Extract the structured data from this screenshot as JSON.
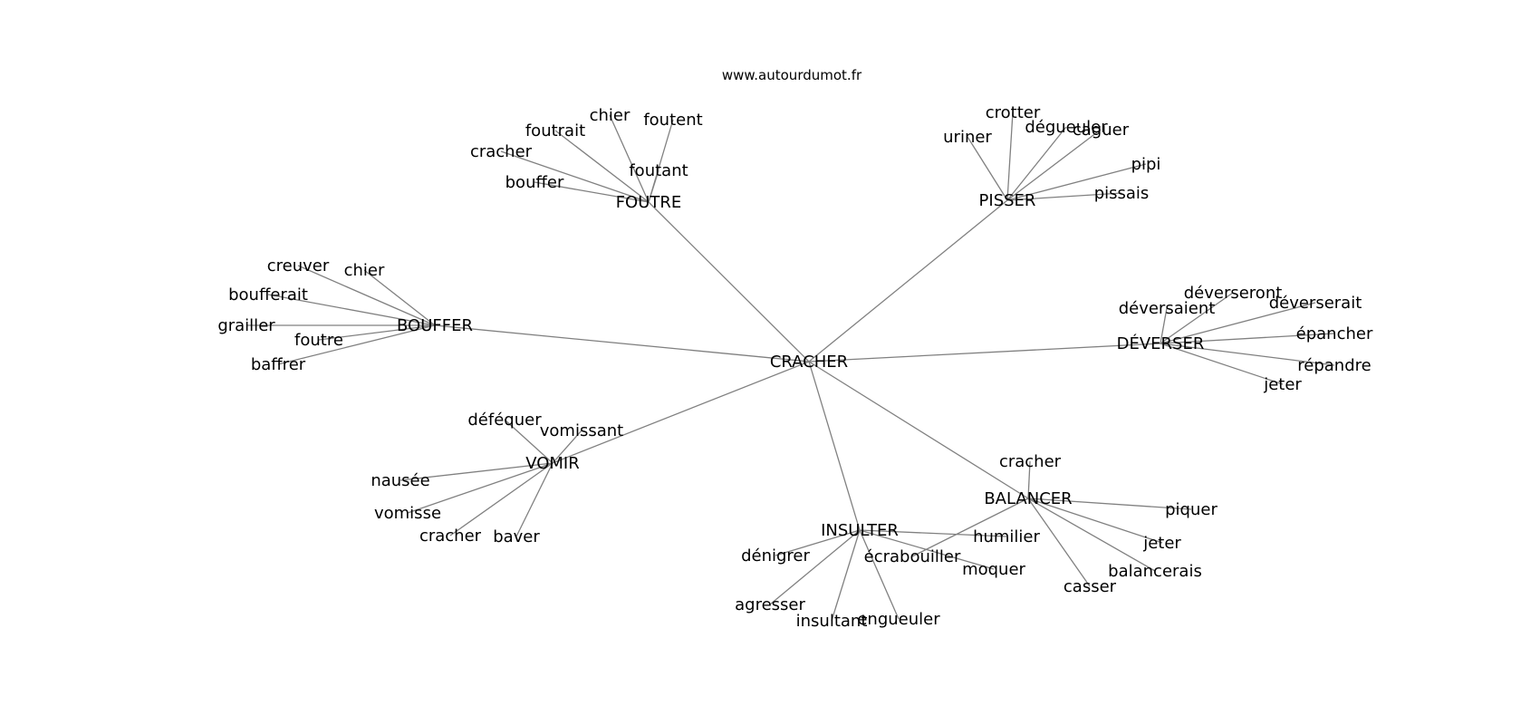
{
  "watermark": "www.autourdumot.fr",
  "graph": {
    "root": "CRACHER",
    "groups": [
      {
        "hub": "FOUTRE",
        "leaves": [
          "foutrait",
          "chier",
          "foutent",
          "cracher",
          "bouffer",
          "foutant"
        ]
      },
      {
        "hub": "PISSER",
        "leaves": [
          "crotter",
          "uriner",
          "dégueuler",
          "caguer",
          "pipi",
          "pissais"
        ]
      },
      {
        "hub": "BOUFFER",
        "leaves": [
          "creuver",
          "chier",
          "boufferait",
          "grailler",
          "foutre",
          "baffrer"
        ]
      },
      {
        "hub": "DÉVERSER",
        "leaves": [
          "déverseront",
          "déversaient",
          "déverserait",
          "épancher",
          "répandre",
          "jeter"
        ]
      },
      {
        "hub": "VOMIR",
        "leaves": [
          "déféquer",
          "vomissant",
          "nausée",
          "vomisse",
          "cracher",
          "baver"
        ]
      },
      {
        "hub": "BALANCER",
        "leaves": [
          "cracher",
          "piquer",
          "jeter",
          "balancerais",
          "casser",
          "écrabouiller"
        ]
      },
      {
        "hub": "INSULTER",
        "leaves": [
          "humilier",
          "dénigrer",
          "moquer",
          "agresser",
          "insultant",
          "engueuler"
        ]
      }
    ]
  }
}
